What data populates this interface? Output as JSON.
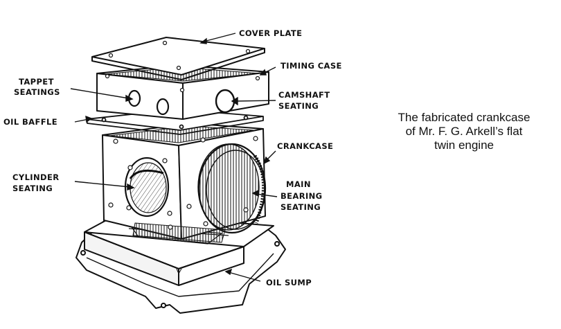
{
  "labels": {
    "cover_plate": "COVER PLATE",
    "timing_case": "TIMING CASE",
    "tappet_1": "TAPPET",
    "tappet_2": "SEATINGS",
    "camshaft_1": "CAMSHAFT",
    "camshaft_2": "SEATING",
    "oil_baffle": "OIL BAFFLE",
    "crankcase": "CRANKCASE",
    "cylinder_1": "CYLINDER",
    "cylinder_2": "SEATING",
    "main_bearing_1": "MAIN",
    "main_bearing_2": "BEARING",
    "main_bearing_3": "SEATING",
    "oil_sump": "OIL SUMP"
  },
  "caption": {
    "line1": "The fabricated crankcase",
    "line2": "of Mr. F. G. Arkell’s flat",
    "line3": "twin engine"
  }
}
